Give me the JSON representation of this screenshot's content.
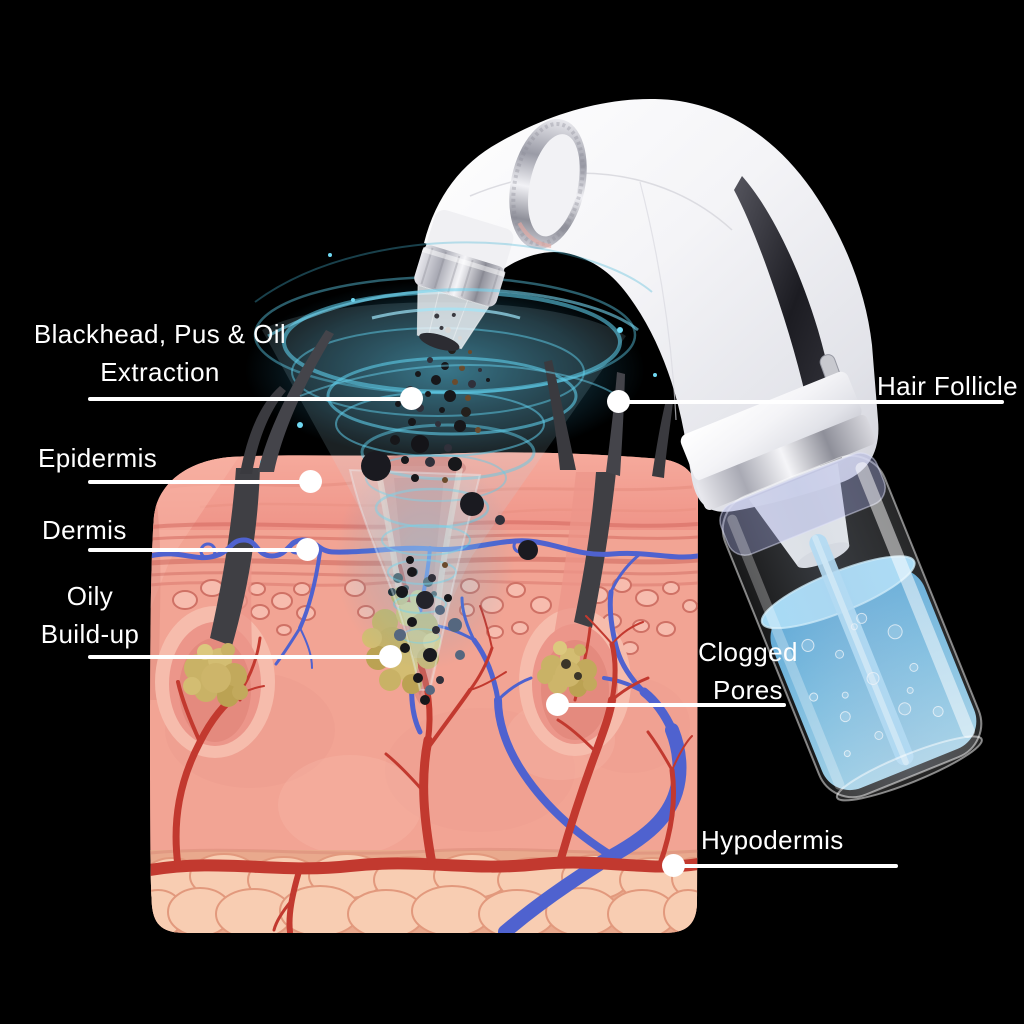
{
  "labels": {
    "extraction": {
      "line1": "Blackhead, Pus & Oil",
      "line2": "Extraction"
    },
    "epidermis": {
      "text": "Epidermis"
    },
    "dermis": {
      "text": "Dermis"
    },
    "oily_buildup": {
      "line1": "Oily",
      "line2": "Build-up"
    },
    "hair_follicle": {
      "text": "Hair Follicle"
    },
    "clogged_pores": {
      "line1": "Clogged",
      "line2": "Pores"
    },
    "hypodermis": {
      "text": "Hypodermis"
    }
  },
  "colors": {
    "background": "#000000",
    "label_text": "#ffffff",
    "leader_line": "#ffffff",
    "vortex_cyan": "#5ecbe8",
    "liquid_blue": "#7cc8f0",
    "glass": "#cdd8e8",
    "device_body": "#f4f4f7",
    "device_dark_accent": "#2b2b32",
    "metal_silver": "#c9cad2",
    "skin_base": "#f2a494",
    "epidermis_surface": "#f0988c",
    "dermis_stripe": "#d4685e",
    "hypodermis_fat": "#f8cdb2",
    "artery_red": "#c2392f",
    "vein_blue": "#4f62cf",
    "sebum_yellow": "#c9b266",
    "hair_dark": "#3f3f44",
    "blackhead_particle": "#17171a"
  }
}
